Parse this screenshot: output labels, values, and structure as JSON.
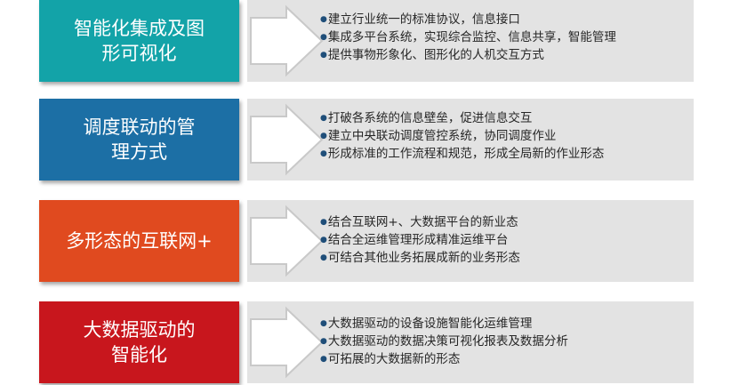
{
  "colors": {
    "teal": "#13a3a8",
    "blue": "#1c6fa5",
    "orange": "#e04a1f",
    "red": "#c8161d",
    "panel": "#e3e3e3",
    "arrow_fill": "#ffffff",
    "arrow_stroke": "#c9c9c9",
    "bullet": "#1f4e79"
  },
  "rows": [
    {
      "title_lines": [
        "智能化集成及图",
        "形可视化"
      ],
      "bullets": [
        "建立行业统一的标准协议，信息接口",
        "集成多平台系统，实现综合监控、信息共享，智能管理",
        "提供事物形象化、图形化的人机交互方式"
      ]
    },
    {
      "title_lines": [
        "调度联动的管",
        "理方式"
      ],
      "bullets": [
        "打破各系统的信息壁垒，促进信息交互",
        "建立中央联动调度管控系统，协同调度作业",
        "形成标准的工作流程和规范，形成全局新的作业形态"
      ]
    },
    {
      "title_lines": [
        "多形态的互联网+"
      ],
      "bullets": [
        "结合互联网+、大数据平台的新业态",
        "结合全运维管理形成精准运维平台",
        "可结合其他业务拓展成新的业务形态"
      ]
    },
    {
      "title_lines": [
        "大数据驱动的",
        "智能化"
      ],
      "bullets": [
        "大数据驱动的设备设施智能化运维管理",
        "大数据驱动的数据决策可视化报表及数据分析",
        "可拓展的大数据新的形态"
      ]
    }
  ]
}
